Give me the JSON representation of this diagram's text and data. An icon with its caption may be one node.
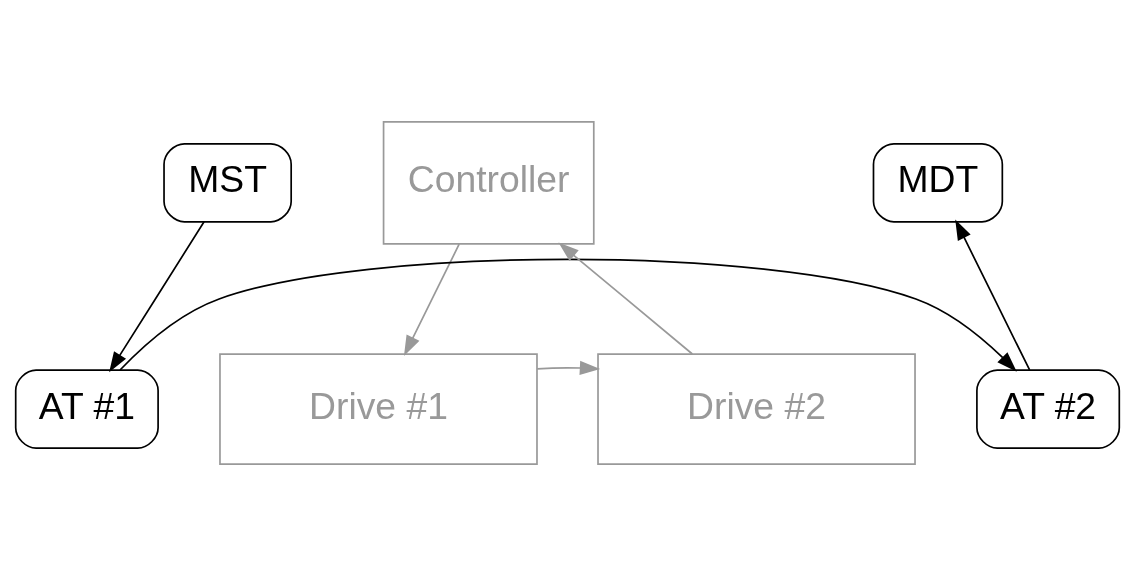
{
  "diagram": {
    "nodes": [
      {
        "text": [
          "MST"
        ]
      },
      {
        "text": [
          "Controller"
        ]
      },
      {
        "text": [
          "MDT"
        ]
      },
      {
        "text": [
          "AT #1"
        ]
      },
      {
        "text": [
          "Drive #1"
        ]
      },
      {
        "text": [
          "Drive #2"
        ]
      },
      {
        "text": [
          "AT #2"
        ]
      }
    ],
    "edges": [
      {
        "from": 1,
        "to": 4,
        "arrow": "to",
        "color": "#999999"
      },
      {
        "from": 5,
        "to": 1,
        "arrow": "to",
        "color": "#999999"
      },
      {
        "from": 4,
        "to": 5,
        "arrow": "to",
        "color": "#999999"
      },
      {
        "from": 0,
        "to": 3,
        "arrow": "to",
        "color": "#000000"
      },
      {
        "from": 3,
        "to": 6,
        "arrow": "to",
        "color": "#000000"
      },
      {
        "from": 6,
        "to": 2,
        "arrow": "to",
        "color": "#000000"
      }
    ]
  }
}
